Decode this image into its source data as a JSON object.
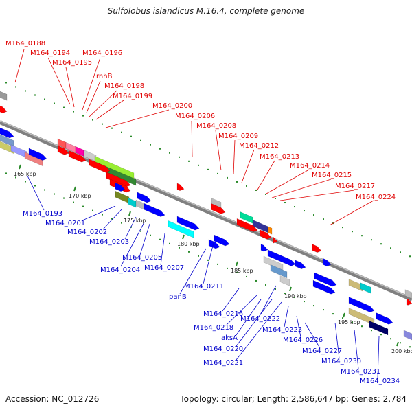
{
  "title": "Sulfolobus islandicus M.16.4, complete genome",
  "footer": {
    "accession": "Accession: NC_012726",
    "summary": "Topology: circular; Length: 2,586,647 bp; Genes: 2,784"
  },
  "colors": {
    "forward_label": "#e00000",
    "reverse_label": "#0000cc",
    "backbone": "#888888",
    "tick": "#2a8a2a"
  },
  "ticks": [
    "165 kbp",
    "170 kbp",
    "175 kbp",
    "180 kbp",
    "185 kbp",
    "190 kbp",
    "195 kbp",
    "200 kbp"
  ],
  "forward_genes": [
    "M164_0188",
    "M164_0194",
    "M164_0195",
    "M164_0196",
    "rnhB",
    "M164_0198",
    "M164_0199",
    "M164_0200",
    "M164_0206",
    "M164_0208",
    "M164_0209",
    "M164_0212",
    "M164_0213",
    "M164_0214",
    "M164_0215",
    "M164_0217",
    "M164_0224"
  ],
  "reverse_genes": [
    "M164_0193",
    "M164_0201",
    "M164_0202",
    "M164_0203",
    "M164_0204",
    "M164_0205",
    "M164_0207",
    "M164_0211",
    "panB",
    "M164_0216",
    "M164_0218",
    "aksA",
    "M164_0220",
    "M164_0221",
    "M164_0222",
    "M164_0223",
    "M164_0226",
    "M164_0227",
    "M164_0230",
    "M164_0231",
    "M164_0234"
  ]
}
